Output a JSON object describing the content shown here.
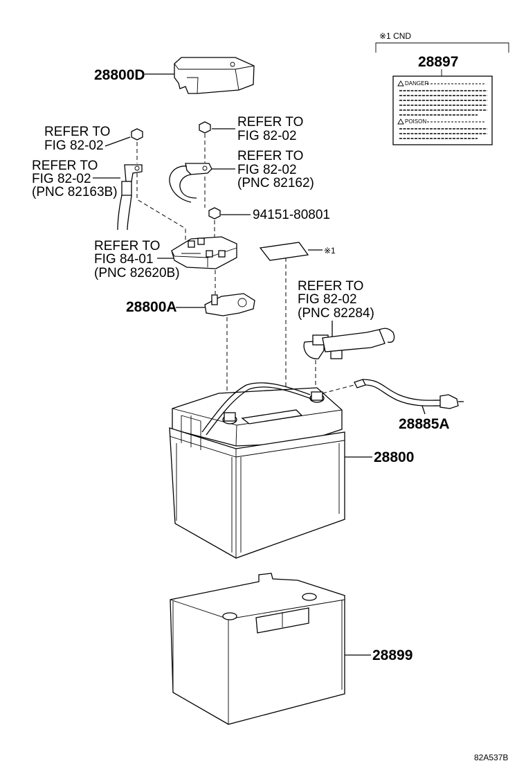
{
  "labels": {
    "cover": "28800D",
    "label_part": "28897",
    "label_note": "※1 CND",
    "danger": "DANGER",
    "poison": "POISON",
    "nut": "94151-80801",
    "terminal": "28800A",
    "battery": "28800",
    "wire": "28885A",
    "tray": "28899",
    "mark1": "※1",
    "diagram_code": "82A537B"
  },
  "refs": {
    "r1": [
      "REFER TO",
      "FIG 82-02"
    ],
    "r2": [
      "REFER TO",
      "FIG 82-02",
      "(PNC 82163B)"
    ],
    "r3": [
      "REFER TO",
      "FIG 82-02"
    ],
    "r4": [
      "REFER TO",
      "FIG 82-02",
      "(PNC 82162)"
    ],
    "r5": [
      "REFER TO",
      "FIG 84-01",
      "(PNC 82620B)"
    ],
    "r6": [
      "REFER TO",
      "FIG 82-02",
      "(PNC 82284)"
    ]
  }
}
